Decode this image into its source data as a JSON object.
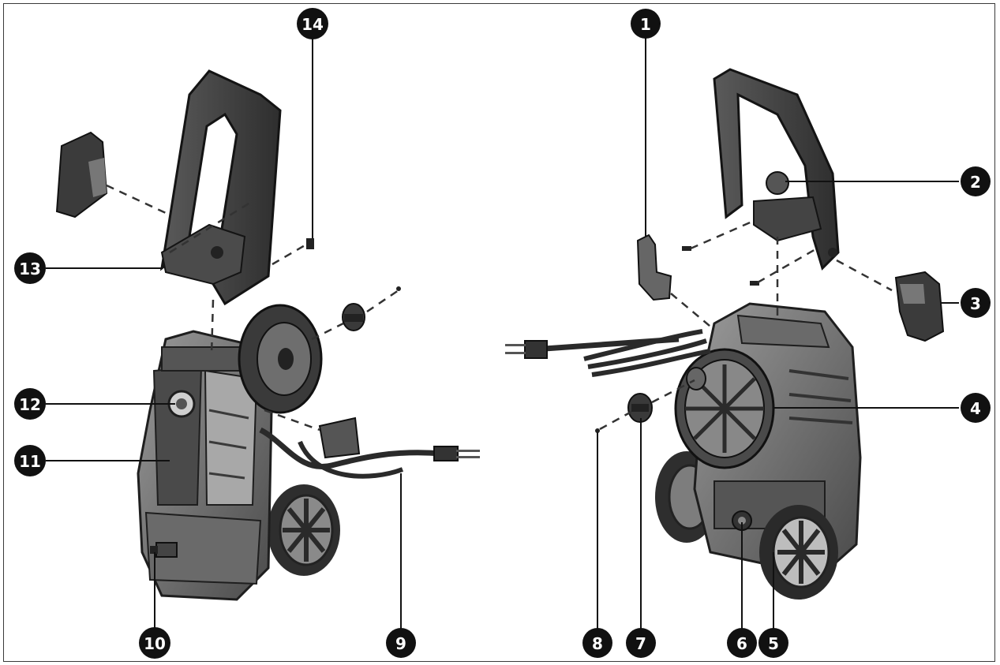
{
  "diagram": {
    "callouts": [
      {
        "id": "c1",
        "number": "1"
      },
      {
        "id": "c2",
        "number": "2"
      },
      {
        "id": "c3",
        "number": "3"
      },
      {
        "id": "c4",
        "number": "4"
      },
      {
        "id": "c5",
        "number": "5"
      },
      {
        "id": "c6",
        "number": "6"
      },
      {
        "id": "c7",
        "number": "7"
      },
      {
        "id": "c8",
        "number": "8"
      },
      {
        "id": "c9",
        "number": "9"
      },
      {
        "id": "c10",
        "number": "10"
      },
      {
        "id": "c11",
        "number": "11"
      },
      {
        "id": "c12",
        "number": "12"
      },
      {
        "id": "c13",
        "number": "13"
      },
      {
        "id": "c14",
        "number": "14"
      }
    ],
    "colors": {
      "badge": "#111111",
      "badge_text": "#ffffff",
      "part_dark": "#3c3c3c",
      "part_mid": "#7a7a7a",
      "part_light": "#c4c4c4",
      "frame": "#3a3a3a"
    }
  }
}
